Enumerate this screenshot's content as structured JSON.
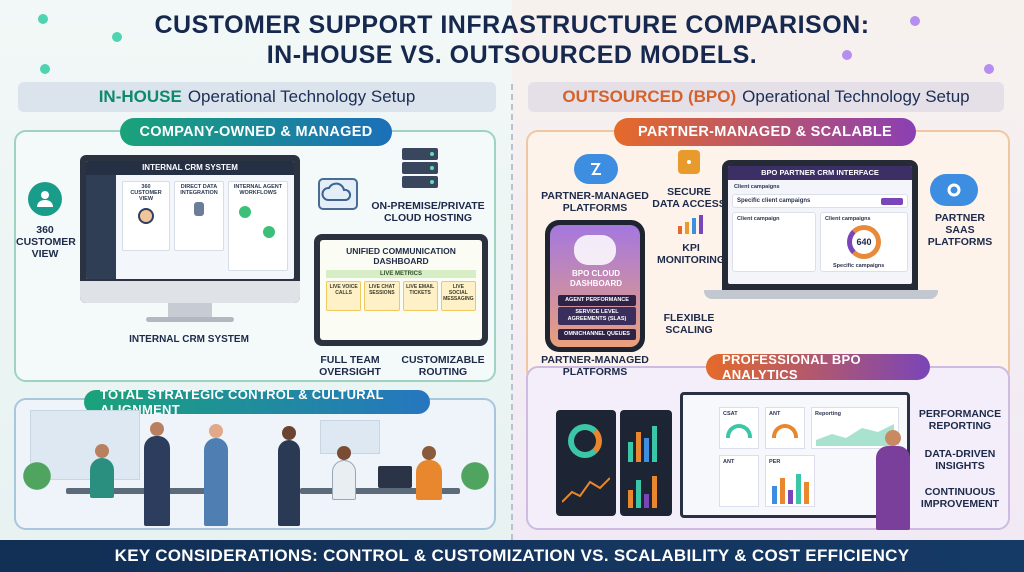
{
  "title_line1": "CUSTOMER SUPPORT INFRASTRUCTURE COMPARISON:",
  "title_line2": "IN-HOUSE VS. OUTSOURCED MODELS.",
  "left": {
    "header_em": "IN-HOUSE",
    "header_rest": "Operational Technology Setup",
    "pill": "COMPANY-OWNED & MANAGED",
    "customer_view": "360 CUSTOMER VIEW",
    "crm_title": "INTERNAL CRM SYSTEM",
    "crm_cards": [
      "360 CUSTOMER VIEW",
      "DIRECT DATA INTEGRATION",
      "INTERNAL AGENT WORKFLOWS"
    ],
    "crm_caption": "INTERNAL CRM SYSTEM",
    "hosting": "ON-PREMISE/PRIVATE CLOUD HOSTING",
    "dashboard_title": "UNIFIED COMMUNICATION DASHBOARD",
    "live_metrics": "LIVE METRICS",
    "live_cells": [
      "LIVE VOICE CALLS",
      "LIVE CHAT SESSIONS",
      "LIVE EMAIL TICKETS",
      "LIVE SOCIAL MESSAGING"
    ],
    "full_team": "FULL TEAM OVERSIGHT",
    "routing": "CUSTOMIZABLE ROUTING",
    "total": "TOTAL STRATEGIC CONTROL & CULTURAL ALIGNMENT"
  },
  "right": {
    "header_em": "OUTSOURCED (BPO)",
    "header_rest": "Operational Technology Setup",
    "pill": "PARTNER-MANAGED & SCALABLE",
    "platforms_top": "PARTNER-MANAGED PLATFORMS",
    "secure": "SECURE DATA ACCESS",
    "kpi": "KPI MONITORING",
    "flexible": "FLEXIBLE SCALING",
    "platforms_bottom": "PARTNER-MANAGED PLATFORMS",
    "phone_title": "BPO CLOUD DASHBOARD",
    "phone_rows": [
      "AGENT PERFORMANCE",
      "SERVICE LEVEL AGREEMENTS (SLAs)",
      "OMNICHANNEL QUEUES"
    ],
    "laptop_title": "BPO PARTNER CRM INTERFACE",
    "laptop_sub": "Client campaigns",
    "laptop_search": "Specific client campaigns",
    "laptop_card1": "Client campaign",
    "laptop_card2": "Client campaigns",
    "gauge_value": "640",
    "gauge_caption": "Specific campaigns",
    "saas": "PARTNER SaaS PLATFORMS",
    "analytics": "PROFESSIONAL BPO ANALYTICS",
    "perf": "PERFORMANCE REPORTING",
    "insights": "DATA-DRIVEN INSIGHTS",
    "improve": "CONTINUOUS IMPROVEMENT",
    "mon_labels": [
      "CSAT",
      "ANT",
      "Reporting",
      "ANT",
      "PER"
    ]
  },
  "bottom": "KEY CONSIDERATIONS: CONTROL & CUSTOMIZATION vs. SCALABILITY & COST EFFICIENCY",
  "colors": {
    "inhouse_accent": "#0e8a6a",
    "bpo_accent": "#d4622a",
    "navy": "#16284d"
  }
}
